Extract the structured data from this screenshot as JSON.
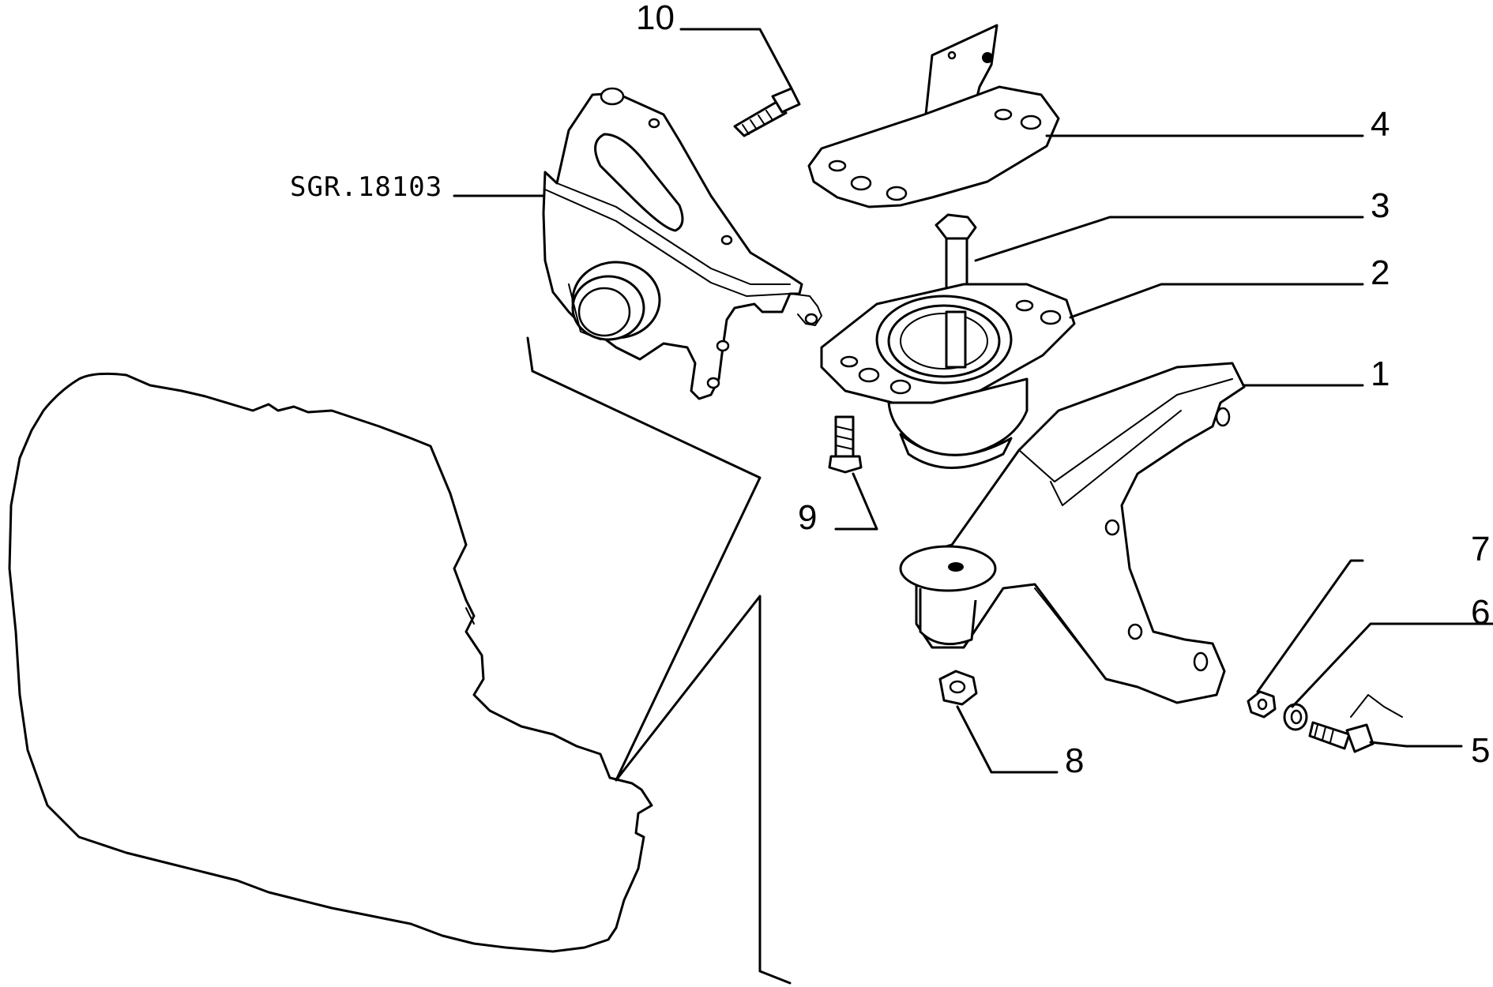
{
  "reference_label": "SGR.18103",
  "callouts": {
    "c1": "1",
    "c2": "2",
    "c3": "3",
    "c4": "4",
    "c5": "5",
    "c6": "6",
    "c7": "7",
    "c8": "8",
    "c9": "9",
    "c10": "10"
  }
}
